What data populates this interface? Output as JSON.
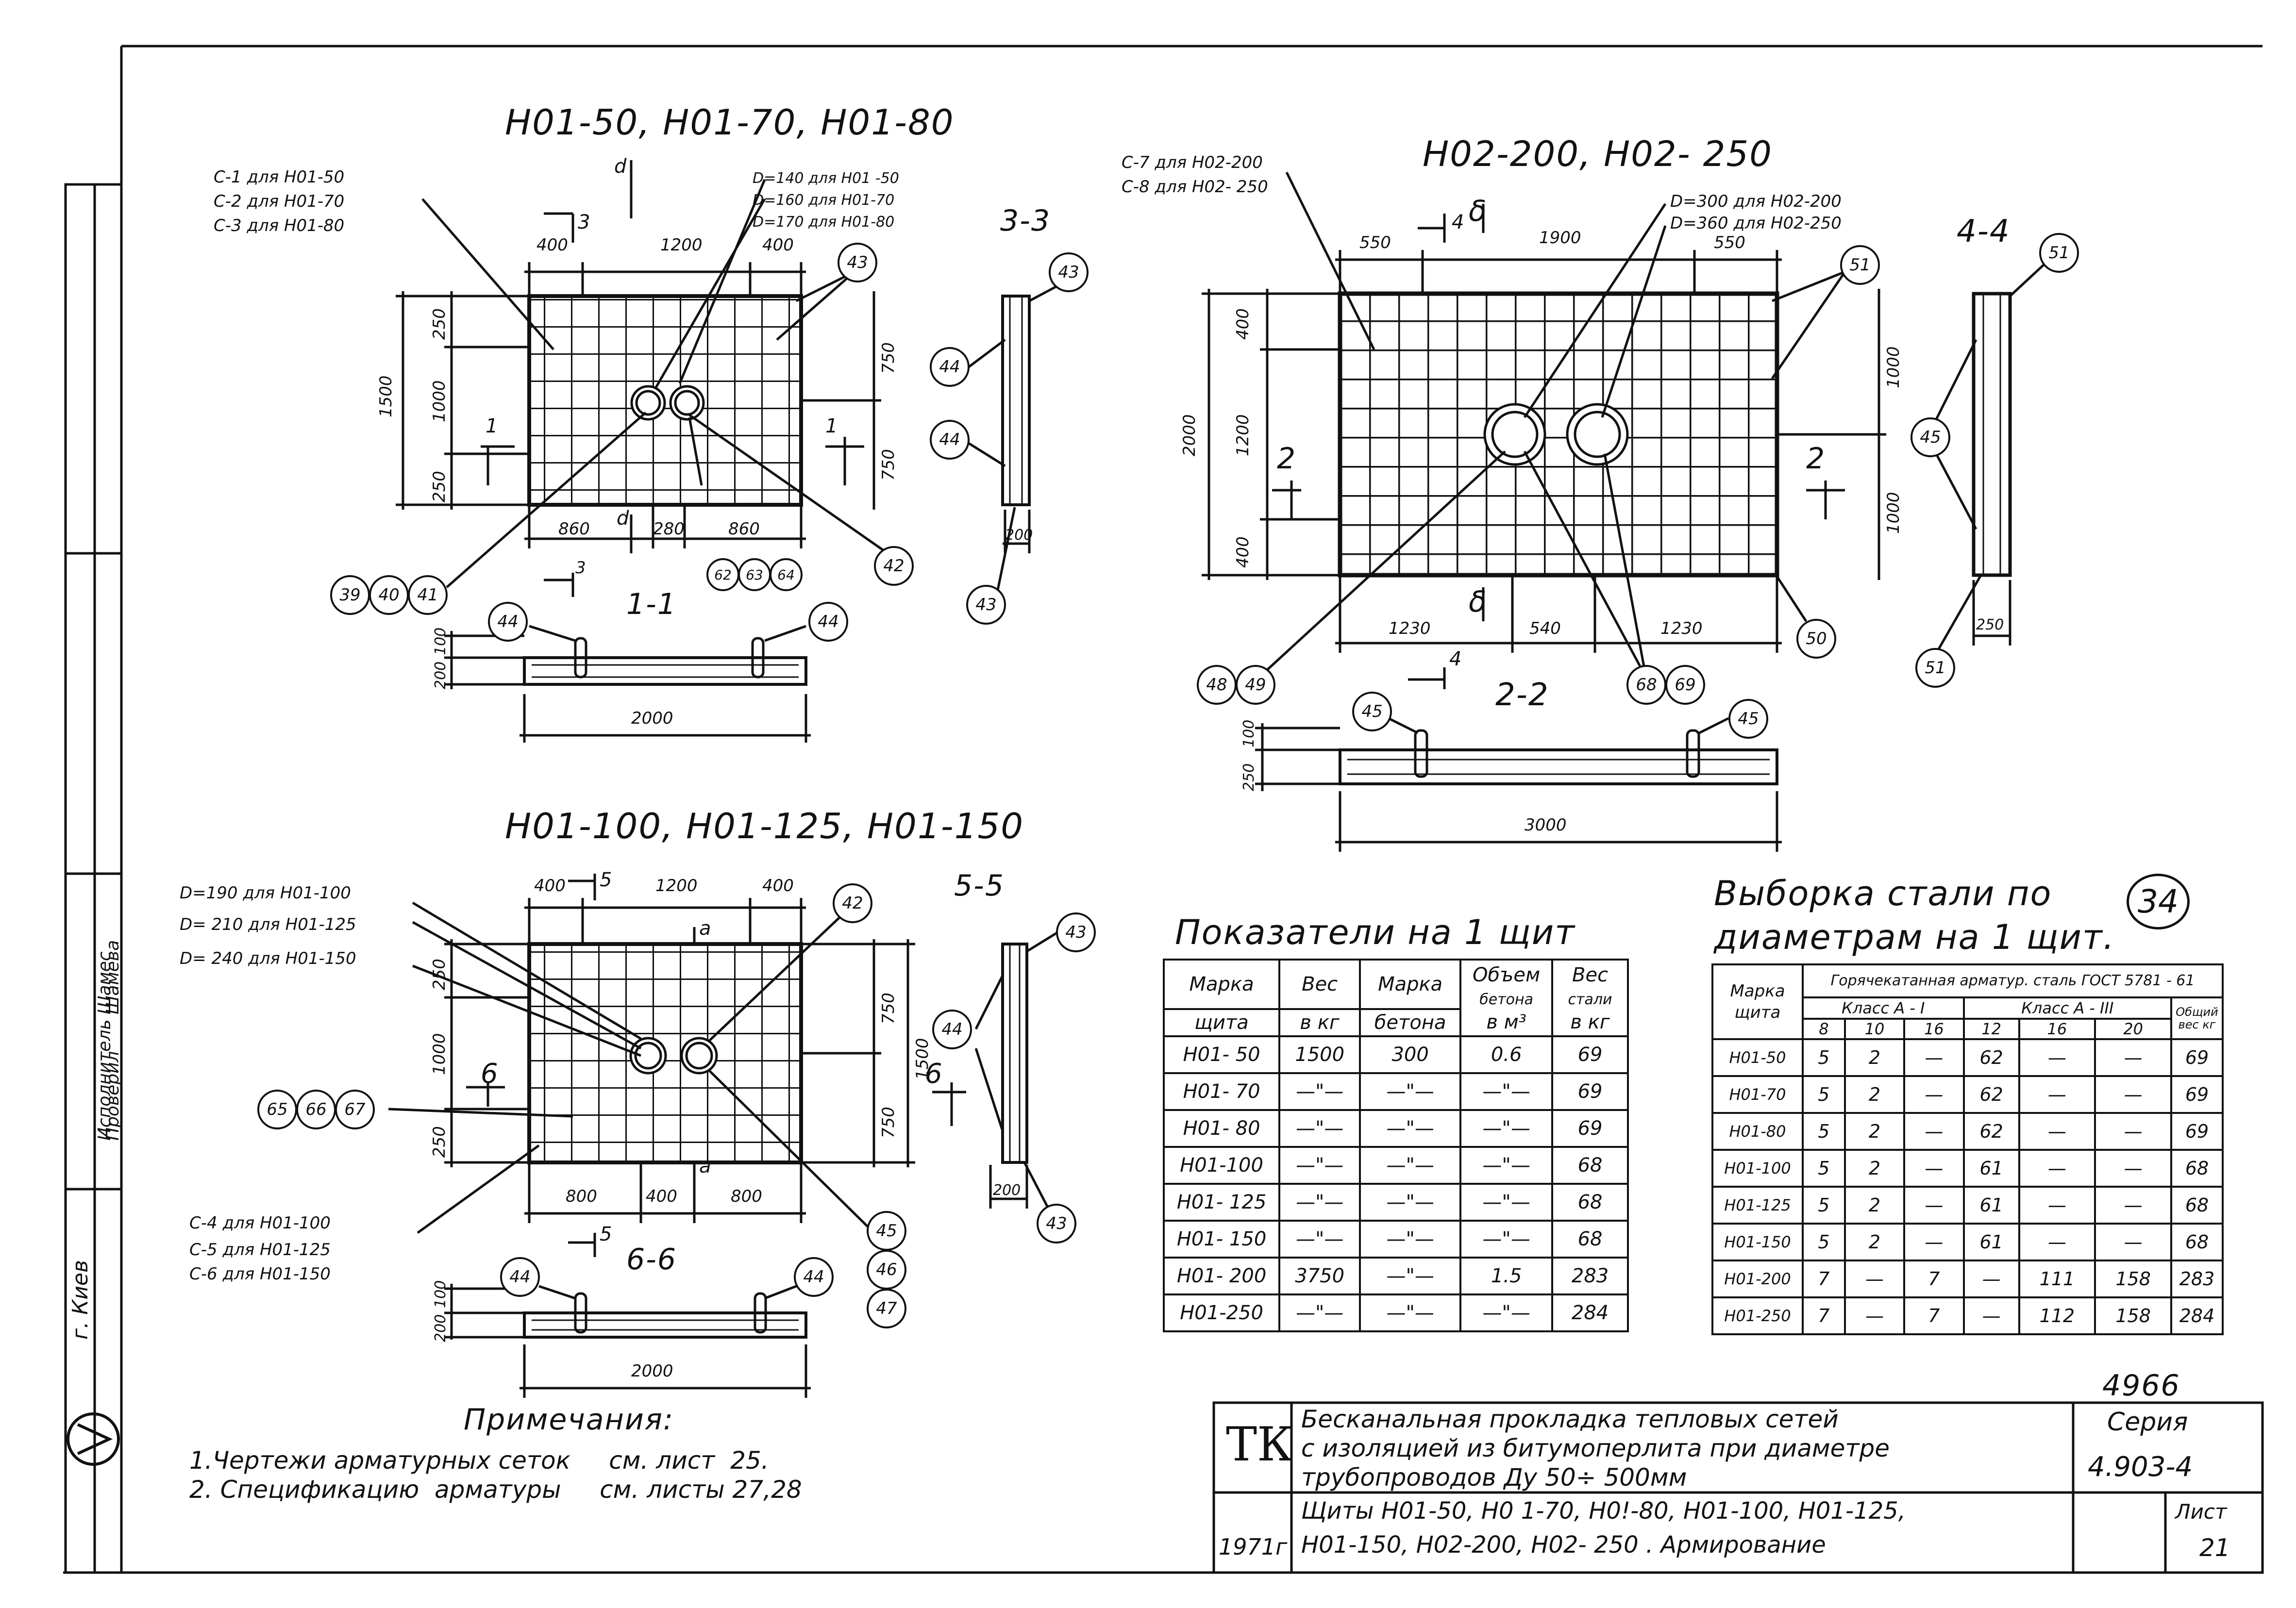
{
  "sheet": {
    "sheet_no_circled": "34",
    "doc_no": "4966",
    "stamp": {
      "tk": "ТК",
      "title_lines": [
        "Бесканальная прокладка тепловых сетей",
        "с изоляцией из битумоперлита при диаметре",
        "трубопроводов  Ду  50÷ 500мм"
      ],
      "series_label": "Серия",
      "series_value": "4.903-4",
      "year": "1971г",
      "subject_lines": [
        "Щиты Н01-50, Н0 1-70, Н0!-80, Н01-100, Н01-125,",
        "Н01-150, Н02-200, Н02- 250 . Армирование"
      ],
      "list_label": "Лист",
      "list_value": "21"
    },
    "side_block": {
      "city": "г. Киев",
      "roles": [
        "Исполнитель",
        "Проверил"
      ],
      "names": [
        "Шамес",
        "Шамева"
      ]
    }
  },
  "drawings": {
    "d1": {
      "title": "Н01-50, Н01-70, Н01-80",
      "mesh_labels": [
        "С-1 для Н01-50",
        "С-2 для Н01-70",
        "С-3 для Н01-80"
      ],
      "d_labels": [
        "D=140 для Н01 -50",
        "D=160 для Н01-70",
        "D=170 для Н01-80"
      ],
      "dims_top": [
        "400",
        "1200",
        "400"
      ],
      "dims_bottom": [
        "860",
        "280",
        "860"
      ],
      "dims_left": [
        "250",
        "1000",
        "250"
      ],
      "dim_left_total": "1500",
      "dims_right": [
        "750",
        "750"
      ],
      "section_marks": [
        "3",
        "3",
        "1",
        "1",
        "d",
        "d"
      ],
      "callouts": [
        "43",
        "43",
        "39",
        "40",
        "41",
        "62",
        "63",
        "64",
        "42"
      ],
      "section_33_title": "3-3",
      "section_33_callouts": [
        "43",
        "44",
        "44",
        "43"
      ],
      "section_33_dim": "200",
      "section_11_title": "1-1",
      "section_11_callouts": [
        "44",
        "44"
      ],
      "section_11_dims": [
        "100",
        "200"
      ],
      "section_11_length": "2000"
    },
    "d2": {
      "title": "Н02-200, Н02- 250",
      "mesh_labels": [
        "С-7 для Н02-200",
        "С-8 для Н02- 250"
      ],
      "d_labels": [
        "D=300 для Н02-200",
        "D=360 для Н02-250"
      ],
      "dims_top": [
        "550",
        "1900",
        "550"
      ],
      "dims_bottom": [
        "1230",
        "540",
        "1230"
      ],
      "dims_left": [
        "400",
        "1200",
        "400"
      ],
      "dim_left_total": "2000",
      "dims_right": [
        "1000",
        "1000"
      ],
      "section_marks": [
        "4",
        "4",
        "2",
        "2",
        "δ",
        "δ"
      ],
      "callouts": [
        "51",
        "48",
        "49",
        "68",
        "69",
        "50"
      ],
      "section_44_title": "4-4",
      "section_44_callouts": [
        "51",
        "45",
        "51"
      ],
      "section_44_dim": "250",
      "section_22_title": "2-2",
      "section_22_callouts": [
        "45",
        "45"
      ],
      "section_22_dims": [
        "100",
        "250"
      ],
      "section_22_length": "3000"
    },
    "d3": {
      "title": "Н01-100, Н01-125, Н01-150",
      "d_labels": [
        "D=190 для Н01-100",
        "D= 210 для Н01-125",
        "D= 240 для Н01-150"
      ],
      "mesh_labels": [
        "С-4 для Н01-100",
        "С-5 для Н01-125",
        "С-6 для Н01-150"
      ],
      "dims_top": [
        "400",
        "1200",
        "400"
      ],
      "dims_bottom": [
        "800",
        "400",
        "800"
      ],
      "dims_left": [
        "250",
        "1000",
        "250"
      ],
      "dims_right": [
        "750",
        "750"
      ],
      "dim_right_total": "1500",
      "section_marks": [
        "5",
        "5",
        "6",
        "6",
        "a",
        "a"
      ],
      "callouts": [
        "42",
        "65",
        "66",
        "67",
        "45",
        "46",
        "47"
      ],
      "section_55_title": "5-5",
      "section_55_callouts": [
        "43",
        "44",
        "43"
      ],
      "section_55_dim": "200",
      "section_66_title": "6-6",
      "section_66_callouts": [
        "44",
        "44"
      ],
      "section_66_dims": [
        "100",
        "200"
      ],
      "section_66_length": "2000"
    }
  },
  "notes": {
    "title": "Примечания:",
    "items": [
      "1.Чертежи арматурных сеток     см. лист  25.",
      "2. Спецификацию  арматуры     см. листы 27,28"
    ]
  },
  "indicators_table": {
    "title": "Показатели на 1 щит",
    "headers": [
      "Марка щита",
      "Вес в кг",
      "Марка бетона",
      "Объем бетона в м³",
      "Вес стали в кг"
    ],
    "header_top": [
      "Марка",
      "Вес",
      "Марка",
      "Объем",
      "Вес"
    ],
    "header_mid": [
      "",
      "",
      "",
      "бетона",
      "стали"
    ],
    "header_bot": [
      "щита",
      "в кг",
      "бетона",
      "в м³",
      "в кг"
    ],
    "rows": [
      [
        "Н01- 50",
        "1500",
        "300",
        "0.6",
        "69"
      ],
      [
        "Н01- 70",
        "—\"—",
        "—\"—",
        "—\"—",
        "69"
      ],
      [
        "Н01- 80",
        "—\"—",
        "—\"—",
        "—\"—",
        "69"
      ],
      [
        "Н01-100",
        "—\"—",
        "—\"—",
        "—\"—",
        "68"
      ],
      [
        "Н01- 125",
        "—\"—",
        "—\"—",
        "—\"—",
        "68"
      ],
      [
        "Н01- 150",
        "—\"—",
        "—\"—",
        "—\"—",
        "68"
      ],
      [
        "Н01- 200",
        "3750",
        "—\"—",
        "1.5",
        "283"
      ],
      [
        "Н01-250",
        "—\"—",
        "—\"—",
        "—\"—",
        "284"
      ]
    ]
  },
  "steel_table": {
    "title_line1": "Выборка стали по",
    "title_line2": "диаметрам на 1 щит.",
    "head_mark": "Марка щита",
    "head_group": "Горячекатанная арматур. сталь ГОСТ 5781 - 61",
    "class1": "Класс А - I",
    "class3": "Класс А - III",
    "total": "Общий вес кг",
    "diameters": [
      "8",
      "10",
      "16",
      "12",
      "16",
      "20"
    ],
    "rows": [
      [
        "Н01-50",
        "5",
        "2",
        "—",
        "62",
        "—",
        "—",
        "69"
      ],
      [
        "Н01-70",
        "5",
        "2",
        "—",
        "62",
        "—",
        "—",
        "69"
      ],
      [
        "Н01-80",
        "5",
        "2",
        "—",
        "62",
        "—",
        "—",
        "69"
      ],
      [
        "Н01-100",
        "5",
        "2",
        "—",
        "61",
        "—",
        "—",
        "68"
      ],
      [
        "Н01-125",
        "5",
        "2",
        "—",
        "61",
        "—",
        "—",
        "68"
      ],
      [
        "Н01-150",
        "5",
        "2",
        "—",
        "61",
        "—",
        "—",
        "68"
      ],
      [
        "Н01-200",
        "7",
        "—",
        "7",
        "—",
        "111",
        "158",
        "283"
      ],
      [
        "Н01-250",
        "7",
        "—",
        "7",
        "—",
        "112",
        "158",
        "284"
      ]
    ]
  }
}
